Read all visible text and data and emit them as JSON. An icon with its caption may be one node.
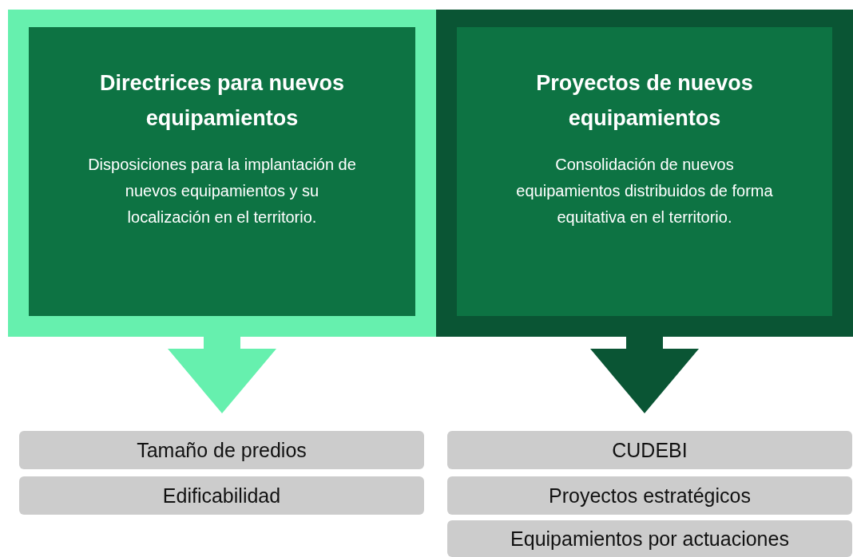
{
  "diagram": {
    "nodes": [
      {
        "text": [
          "Directrices para nuevos equipamientos",
          "Disposiciones para la implantación de nuevos equipamientos y su localización en el territorio."
        ]
      },
      {
        "text": [
          "Proyectos de nuevos equipamientos",
          "Consolidación de nuevos equipamientos distribuidos de forma equitativa en el territorio."
        ]
      },
      {
        "text": [
          "Tamaño de predios"
        ]
      },
      {
        "text": [
          "Edificabilidad"
        ]
      },
      {
        "text": [
          "CUDEBI"
        ]
      },
      {
        "text": [
          "Proyectos estratégicos"
        ]
      },
      {
        "text": [
          "Equipamientos por actuaciones"
        ]
      }
    ],
    "edges": [
      {
        "from": 0,
        "to": 2,
        "arrow": "to",
        "color": "#66f0ae"
      },
      {
        "from": 1,
        "to": 4,
        "arrow": "to",
        "color": "#0a5534"
      }
    ]
  }
}
